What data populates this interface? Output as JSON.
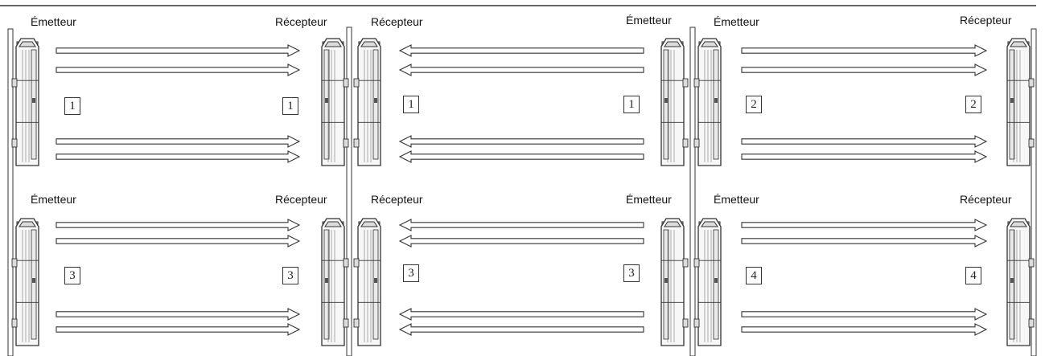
{
  "labels": {
    "emitter": "Émetteur",
    "receiver": "Récepteur"
  },
  "channels": {
    "row1": [
      "1",
      "1",
      "1",
      "1",
      "2",
      "2"
    ],
    "row2": [
      "3",
      "3",
      "3",
      "3",
      "4",
      "4"
    ]
  },
  "colors": {
    "line": "#333333",
    "device_fill": "#f7f7f7",
    "device_shade": "#dcdcdc",
    "background": "#ffffff"
  }
}
